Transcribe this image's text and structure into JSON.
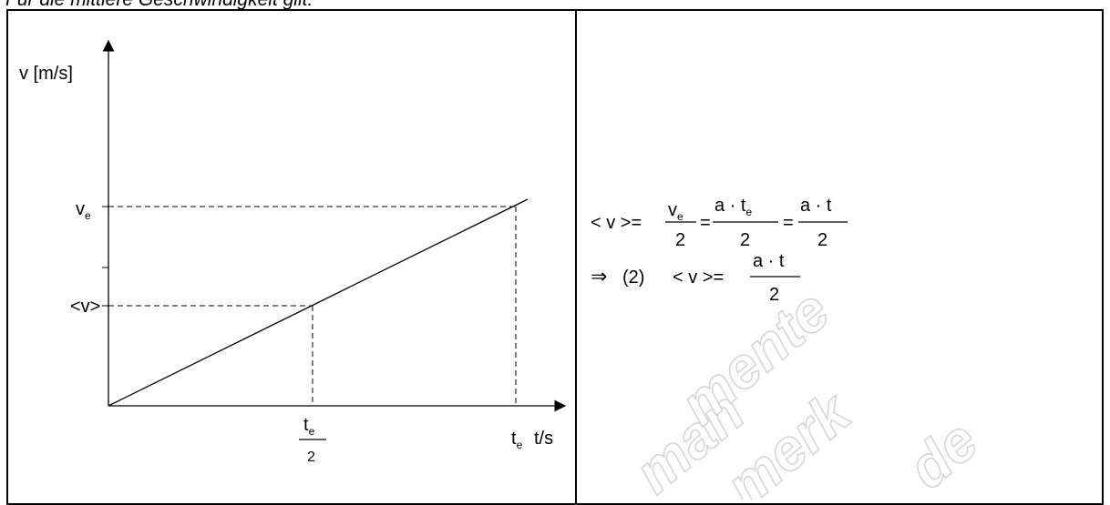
{
  "caption": "Für die mittlere Geschwindigkeit gilt:",
  "graph": {
    "y_axis_label": "v [m/s]",
    "x_axis_unit": "t/s",
    "y_tick_ve": "v",
    "y_tick_ve_sub": "e",
    "y_tick_mean": "<v>",
    "x_tick_te": "t",
    "x_tick_te_sub": "e",
    "x_tick_half_num": "t",
    "x_tick_half_sub": "e",
    "x_tick_half_den": "2"
  },
  "formula": {
    "line1_lhs": "< v >=",
    "frac1_num": "v",
    "frac1_num_sub": "e",
    "frac1_den": "2",
    "eq1": "=",
    "frac2_num": "a · t",
    "frac2_num_sub": "e",
    "frac2_den": "2",
    "eq2": "=",
    "frac3_num": "a · t",
    "frac3_den": "2",
    "implies": "⇒",
    "eq_number": "(2)",
    "line2_lhs": "< v >=",
    "frac4_num": "a · t",
    "frac4_den": "2"
  },
  "watermark": [
    "man",
    "mente",
    "merk",
    "de"
  ]
}
